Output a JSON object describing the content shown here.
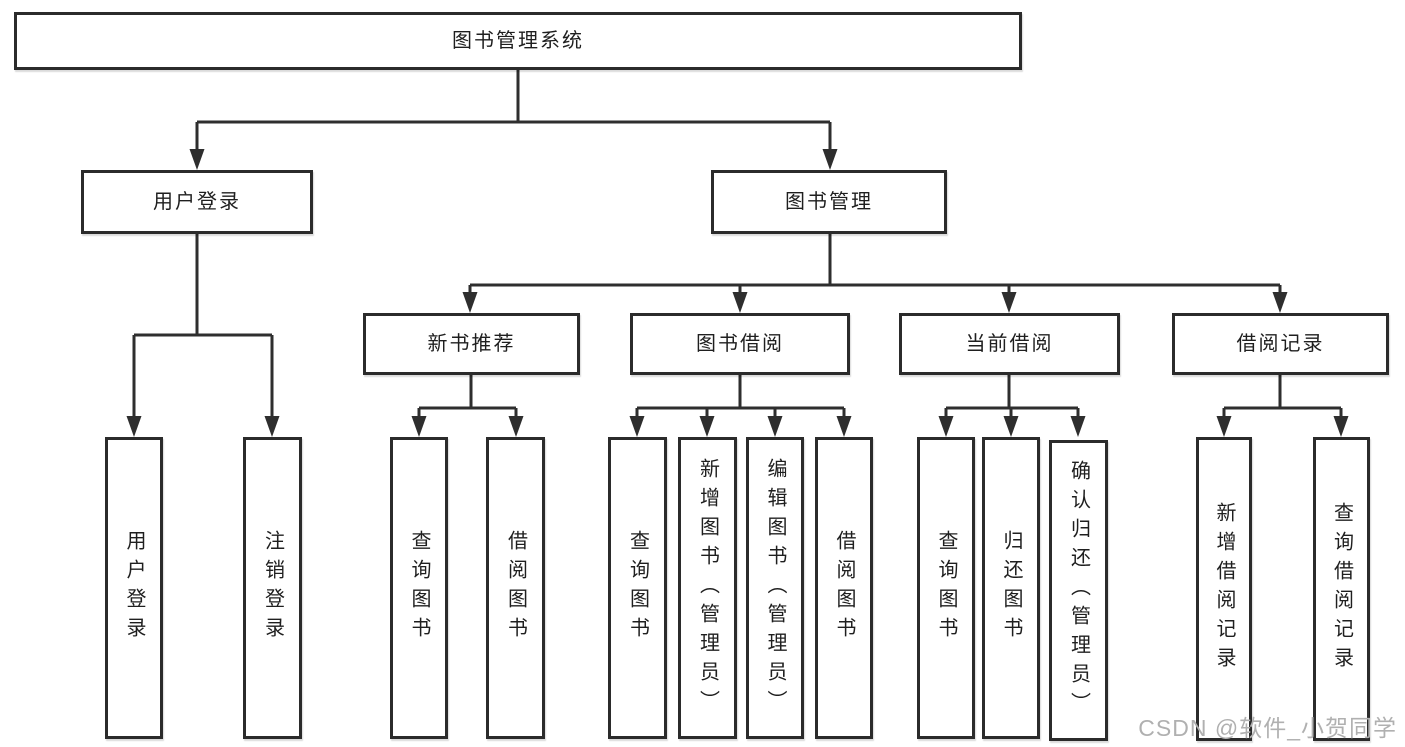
{
  "tree": {
    "root": "图书管理系统",
    "branches": [
      {
        "label": "用户登录",
        "leaves": [
          "用户登录",
          "注销登录"
        ]
      },
      {
        "label": "图书管理",
        "groups": [
          {
            "label": "新书推荐",
            "leaves": [
              "查询图书",
              "借阅图书"
            ]
          },
          {
            "label": "图书借阅",
            "leaves": [
              "查询图书",
              "新增图书（管理员）",
              "编辑图书（管理员）",
              "借阅图书"
            ]
          },
          {
            "label": "当前借阅",
            "leaves": [
              "查询图书",
              "归还图书",
              "确认归还（管理员）"
            ]
          },
          {
            "label": "借阅记录",
            "leaves": [
              "新增借阅记录",
              "查询借阅记录"
            ]
          }
        ]
      }
    ]
  },
  "watermark": "CSDN @软件_小贺同学",
  "colors": {
    "background": "#ffffff",
    "line": "#2e2e2e",
    "box_border": "#2b2b2b",
    "box_fill": "#ffffff",
    "text": "#1f1f1f",
    "watermark": "#b0b0b0"
  }
}
